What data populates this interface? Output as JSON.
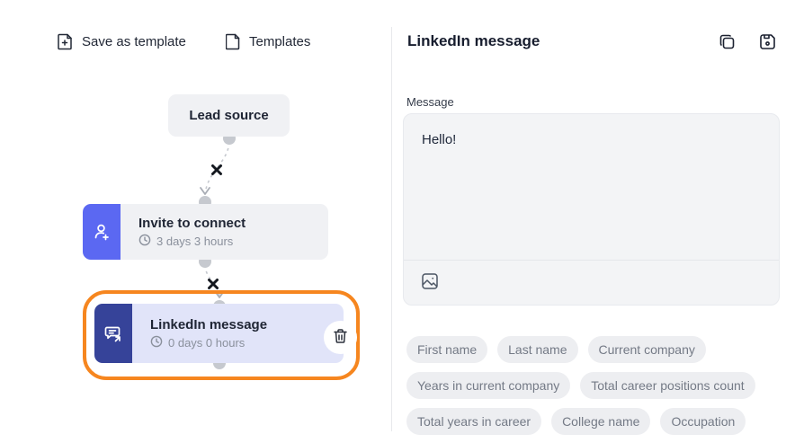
{
  "toolbar": {
    "save_as_template_label": "Save as template",
    "templates_label": "Templates"
  },
  "flow": {
    "lead_source": {
      "title": "Lead source"
    },
    "invite": {
      "title": "Invite to connect",
      "delay": "3 days 3 hours"
    },
    "linkedin": {
      "title": "LinkedIn message",
      "delay": "0 days 0 hours"
    }
  },
  "panel": {
    "title": "LinkedIn message",
    "message": {
      "label": "Message",
      "value": "Hello!"
    },
    "chips": [
      "First name",
      "Last name",
      "Current company",
      "Years in current company",
      "Total career positions count",
      "Total years in career",
      "College name",
      "Occupation"
    ]
  },
  "colors": {
    "selection_orange": "#f6861f",
    "invite_icon_blue": "#5b68f2",
    "linkedin_icon_navy": "#364399",
    "linkedin_node_lavender": "#e1e4f9",
    "node_gray": "#f0f1f4",
    "connector_gray": "#c6c9cf"
  }
}
